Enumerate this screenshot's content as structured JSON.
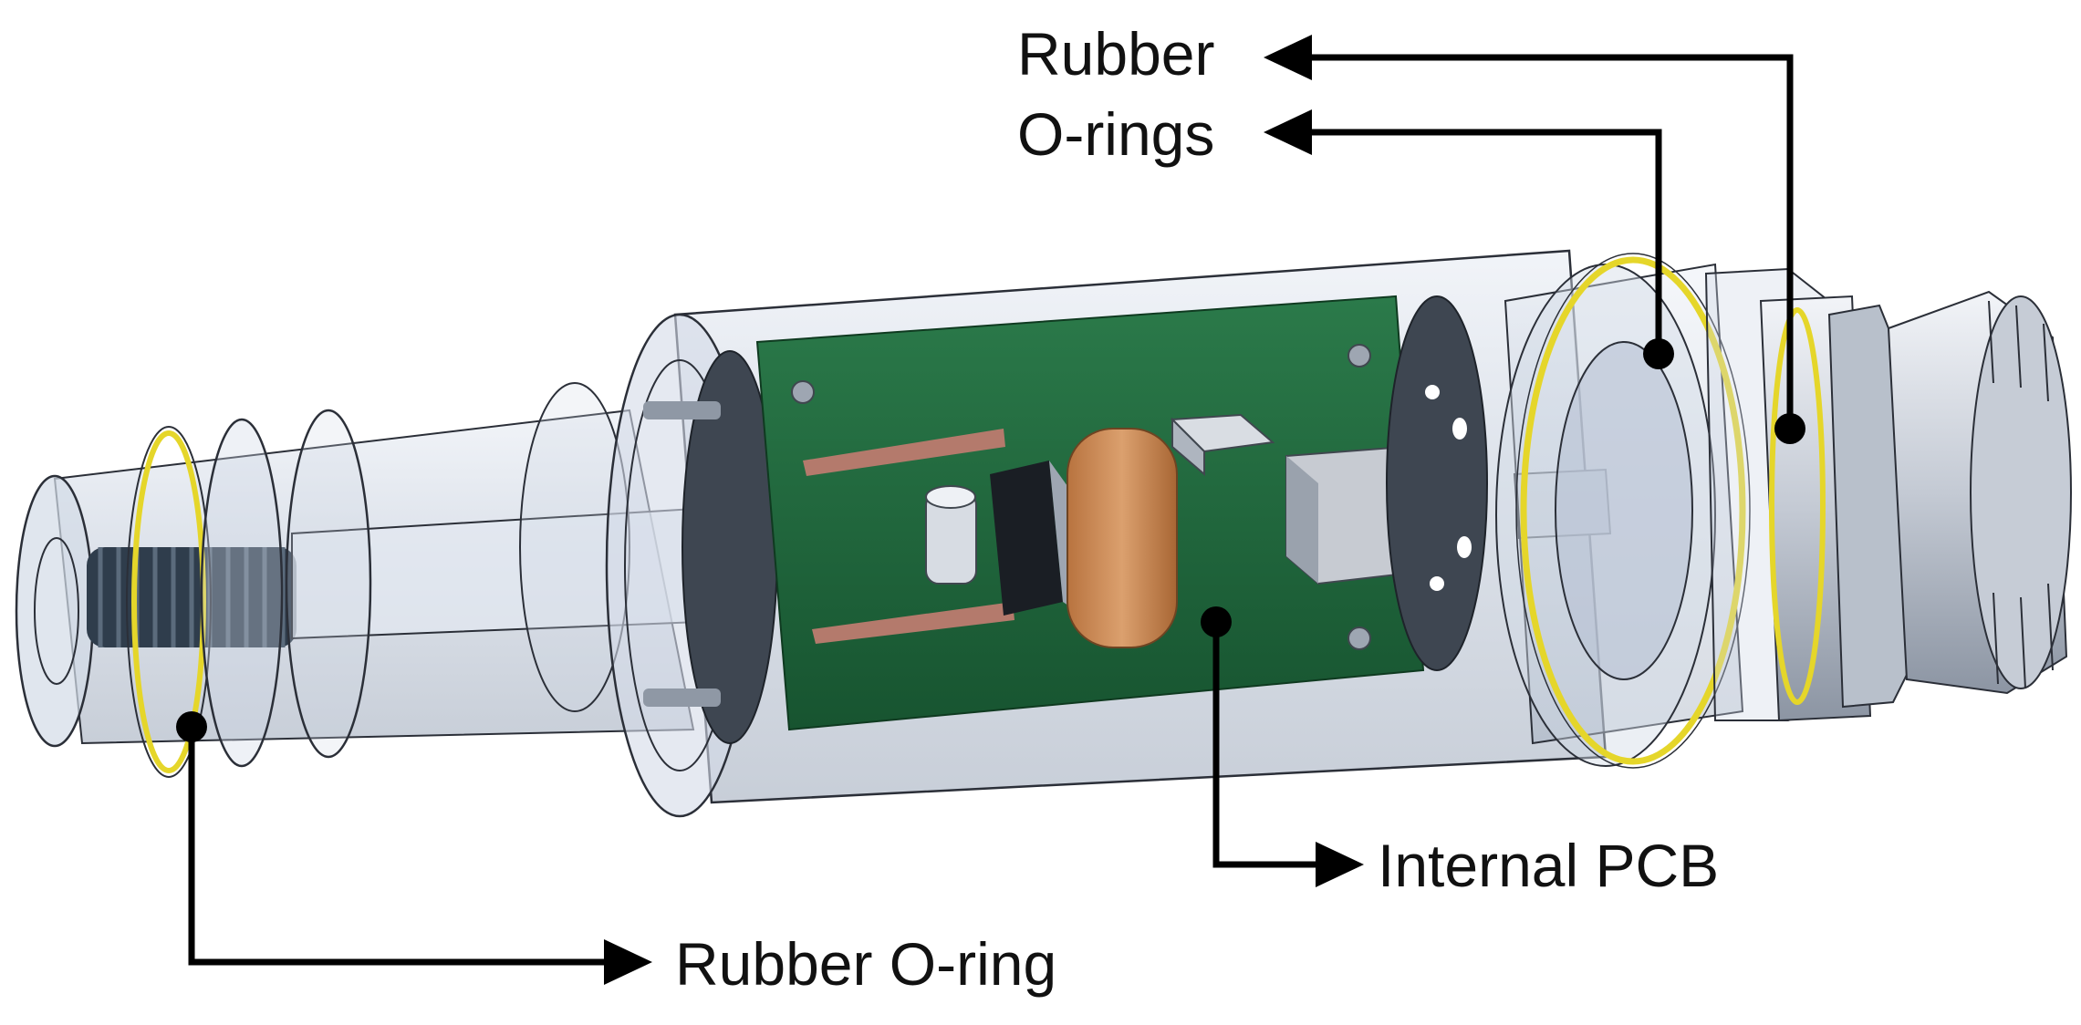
{
  "labels": {
    "top_line1": "Rubber",
    "top_line2": "O-rings",
    "middle": "Internal PCB",
    "bottom": "Rubber O-ring"
  },
  "colors": {
    "leader": "#000000",
    "housing_fill": "#c9d3e2",
    "housing_edge": "#2b2f38",
    "pcb": "#1f6a3d",
    "oring": "#e5d62a",
    "capacitor": "#c98a55",
    "connector": "#c7cbd2"
  }
}
